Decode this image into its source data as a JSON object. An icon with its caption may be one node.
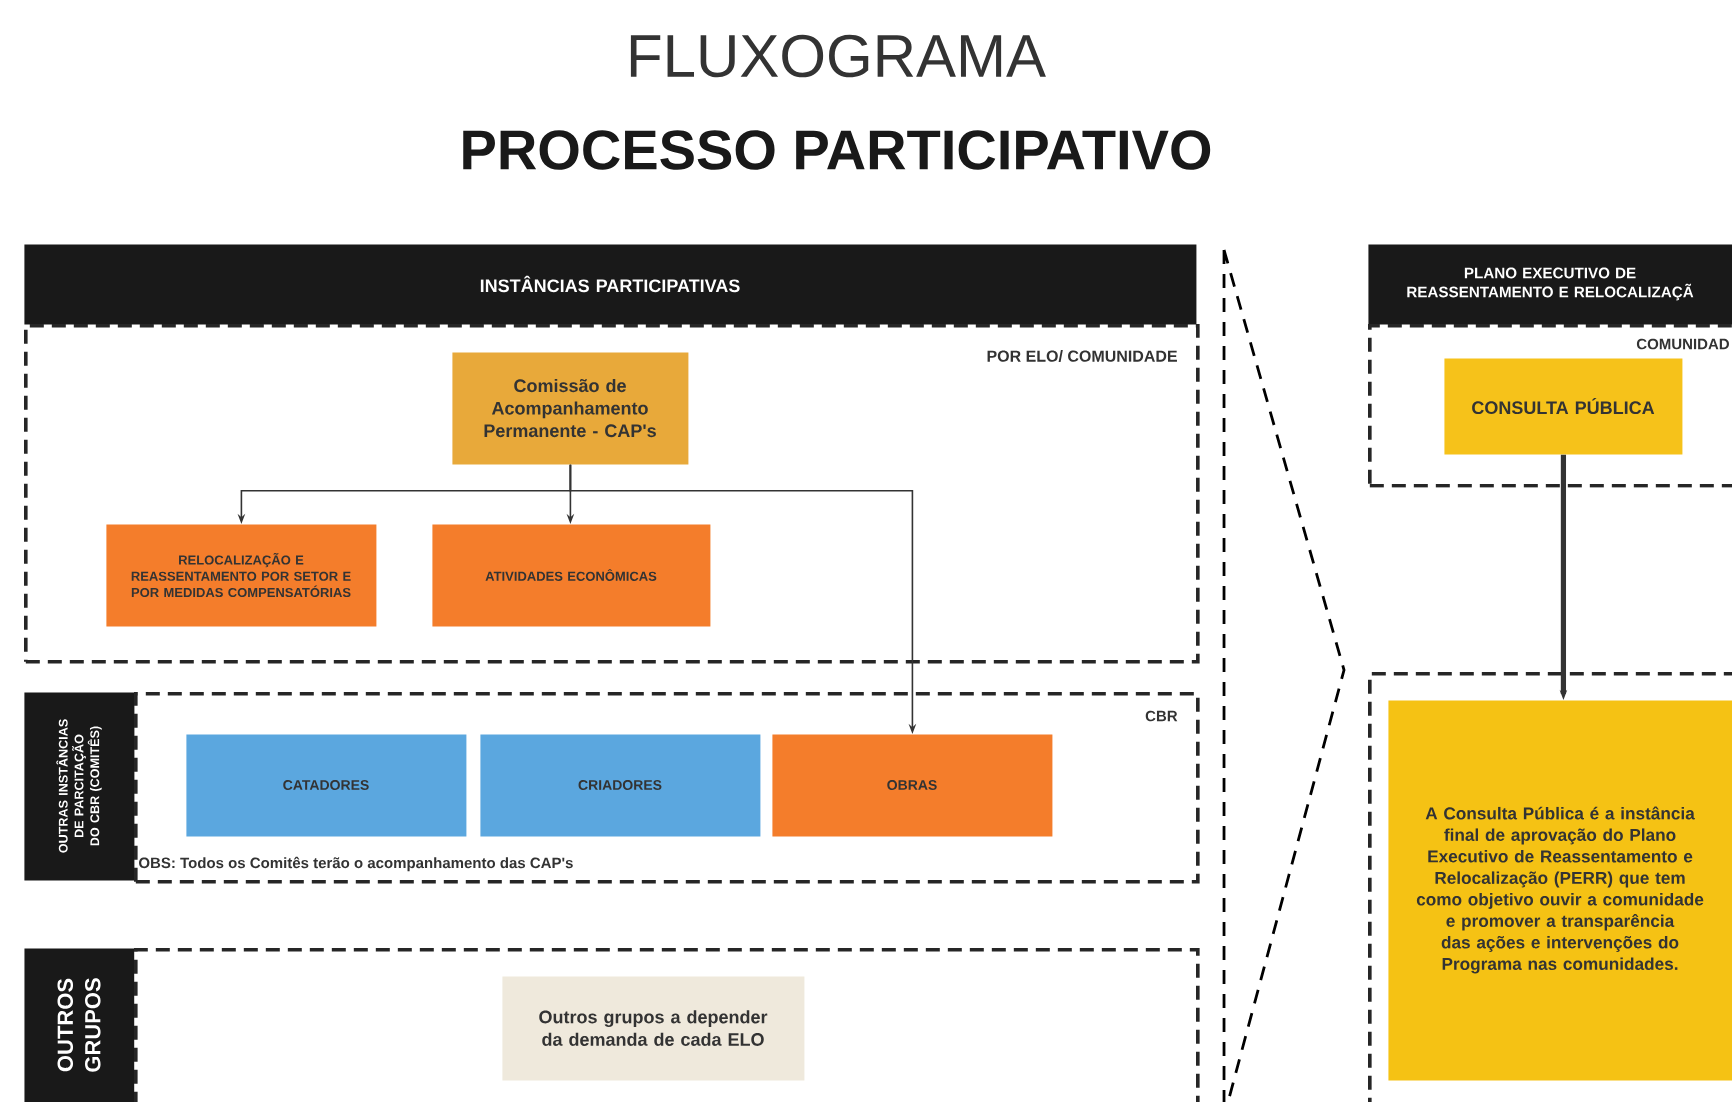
{
  "diagram": {
    "title": "FLUXOGRAMA",
    "nodes": [
      {
        "text": [
          "INSTÂNCIAS PARTICIPATIVAS"
        ]
      },
      {
        "text": [
          "POR ELO/ COMUNIDADE"
        ]
      },
      {
        "text": [
          "Comissão de Acompanhamento Permanente - CAP's"
        ],
        "in": 1
      },
      {
        "text": [
          "RELOCALIZAÇÃO E REASSENTAMENTO POR SETOR E POR MEDIDAS COMPENSATÓRIAS"
        ],
        "in": 1
      },
      {
        "text": [
          "ATIVIDADES ECONÔMICAS"
        ],
        "in": 1
      },
      {
        "text": [
          "OUTRAS INSTÂNCIAS DE PARCITAÇÃO DO CBR (COMITÊS)"
        ]
      },
      {
        "text": [
          "CBR",
          "OBS: Todos os Comitês terão o acompanhamento das CAP's"
        ]
      },
      {
        "text": [
          "CATADORES"
        ],
        "in": 6
      },
      {
        "text": [
          "CRIADORES"
        ],
        "in": 6
      },
      {
        "text": [
          "OBRAS"
        ],
        "in": 6
      },
      {
        "text": [
          "OUTROS GRUPOS"
        ]
      },
      {
        "text": [],
        "shape": "box"
      },
      {
        "text": [
          "Outros grupos a depender da demanda de cada ELO"
        ],
        "in": 11
      },
      {
        "text": [
          "PLANO EXECUTIVO DE REASSENTAMENTO E RELOCALIZAÇÃ"
        ]
      },
      {
        "text": [
          "COMUNIDAD"
        ]
      },
      {
        "text": [
          "CONSULTA PÚBLICA"
        ],
        "in": 14
      },
      {
        "text": [],
        "shape": "box"
      },
      {
        "text": [
          "A Consulta Pública é a instância final de aprovação do Plano Executivo de Reassentamento e Relocalização (PERR) que tem como objetivo ouvir a comunidade e promover a transparência das ações e intervenções do Programa nas comunidades."
        ],
        "in": 16
      }
    ],
    "edges": [
      {
        "from": 2,
        "to": 3,
        "arrow": "to"
      },
      {
        "from": 2,
        "to": 4,
        "arrow": "to"
      },
      {
        "from": 2,
        "to": 9,
        "arrow": "to"
      },
      {
        "from": 15,
        "to": 17,
        "arrow": "to",
        "style": "thick"
      }
    ],
    "labels": [
      "PROCESSO PARTICIPATIVO"
    ]
  }
}
